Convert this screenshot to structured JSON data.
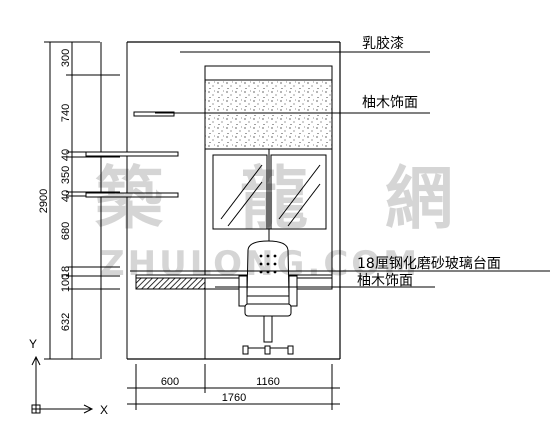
{
  "vertical_dims": [
    "300",
    "740",
    "40",
    "350",
    "40",
    "680",
    "18",
    "100",
    "632"
  ],
  "total_height": "2900",
  "horizontal_dims": [
    "600",
    "1160"
  ],
  "total_width": "1760",
  "labels": {
    "label1": "乳胶漆",
    "label2": "柚木饰面",
    "label3": "18厘钢化磨砂玻璃台面",
    "label4": "柚木饰面"
  },
  "axes": {
    "y": "Y",
    "x": "X"
  },
  "watermark": {
    "chars": [
      "築",
      "龍",
      "網"
    ],
    "url": "ZHULONG.COM"
  }
}
